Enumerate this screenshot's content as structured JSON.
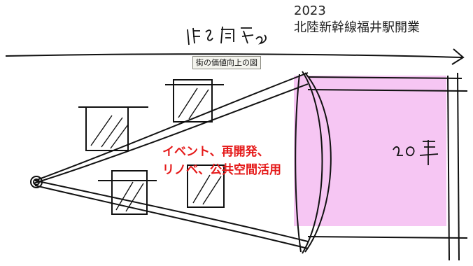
{
  "timeline": {
    "year": "2023",
    "event": "北陸新幹線福井駅開業"
  },
  "tooltip": "街の価値向上の図",
  "measures": {
    "line1": "イベント、再開発、",
    "line2": "リノベ、公共空間活用"
  },
  "colors": {
    "highlight": "#f6c6f3",
    "ink": "#111111",
    "accent_text": "#e51a1a"
  }
}
